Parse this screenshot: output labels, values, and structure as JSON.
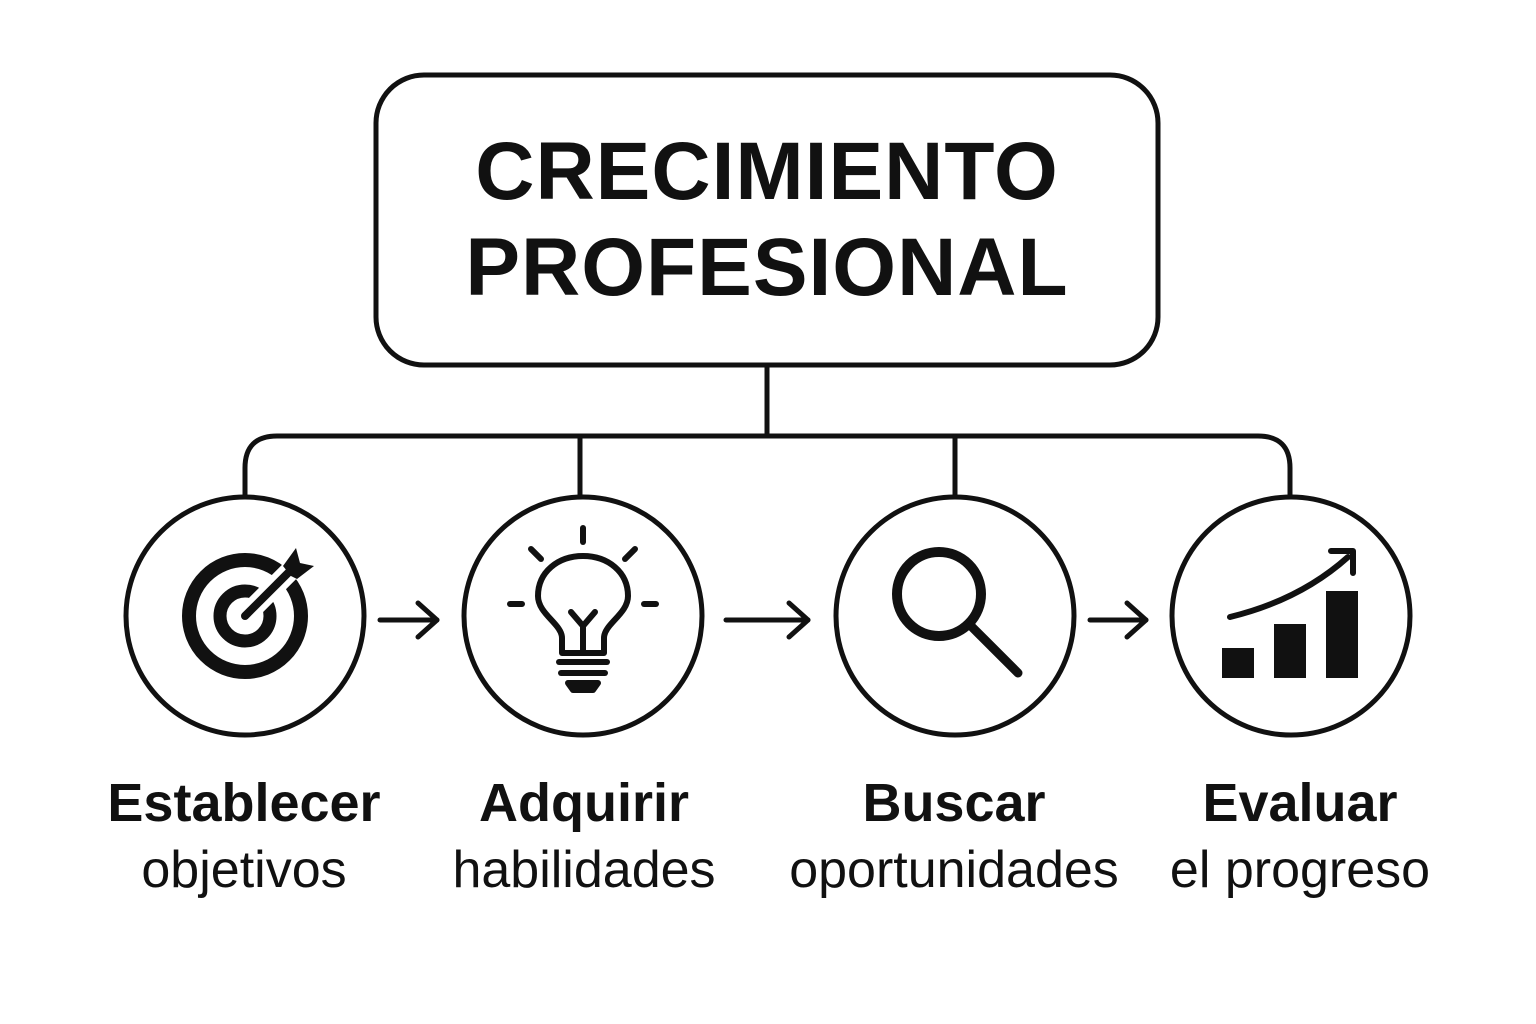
{
  "title": {
    "line1": "CRECIMIENTO",
    "line2": "PROFESIONAL"
  },
  "steps": [
    {
      "line1": "Establecer",
      "line2": "objetivos",
      "icon": "target-icon"
    },
    {
      "line1": "Adquirir",
      "line2": "habilidades",
      "icon": "lightbulb-icon"
    },
    {
      "line1": "Buscar",
      "line2": "oportunidades",
      "icon": "magnifier-icon"
    },
    {
      "line1": "Evaluar",
      "line2": "el progreso",
      "icon": "growth-chart-icon"
    }
  ],
  "colors": {
    "stroke": "#111111",
    "background": "#ffffff"
  }
}
